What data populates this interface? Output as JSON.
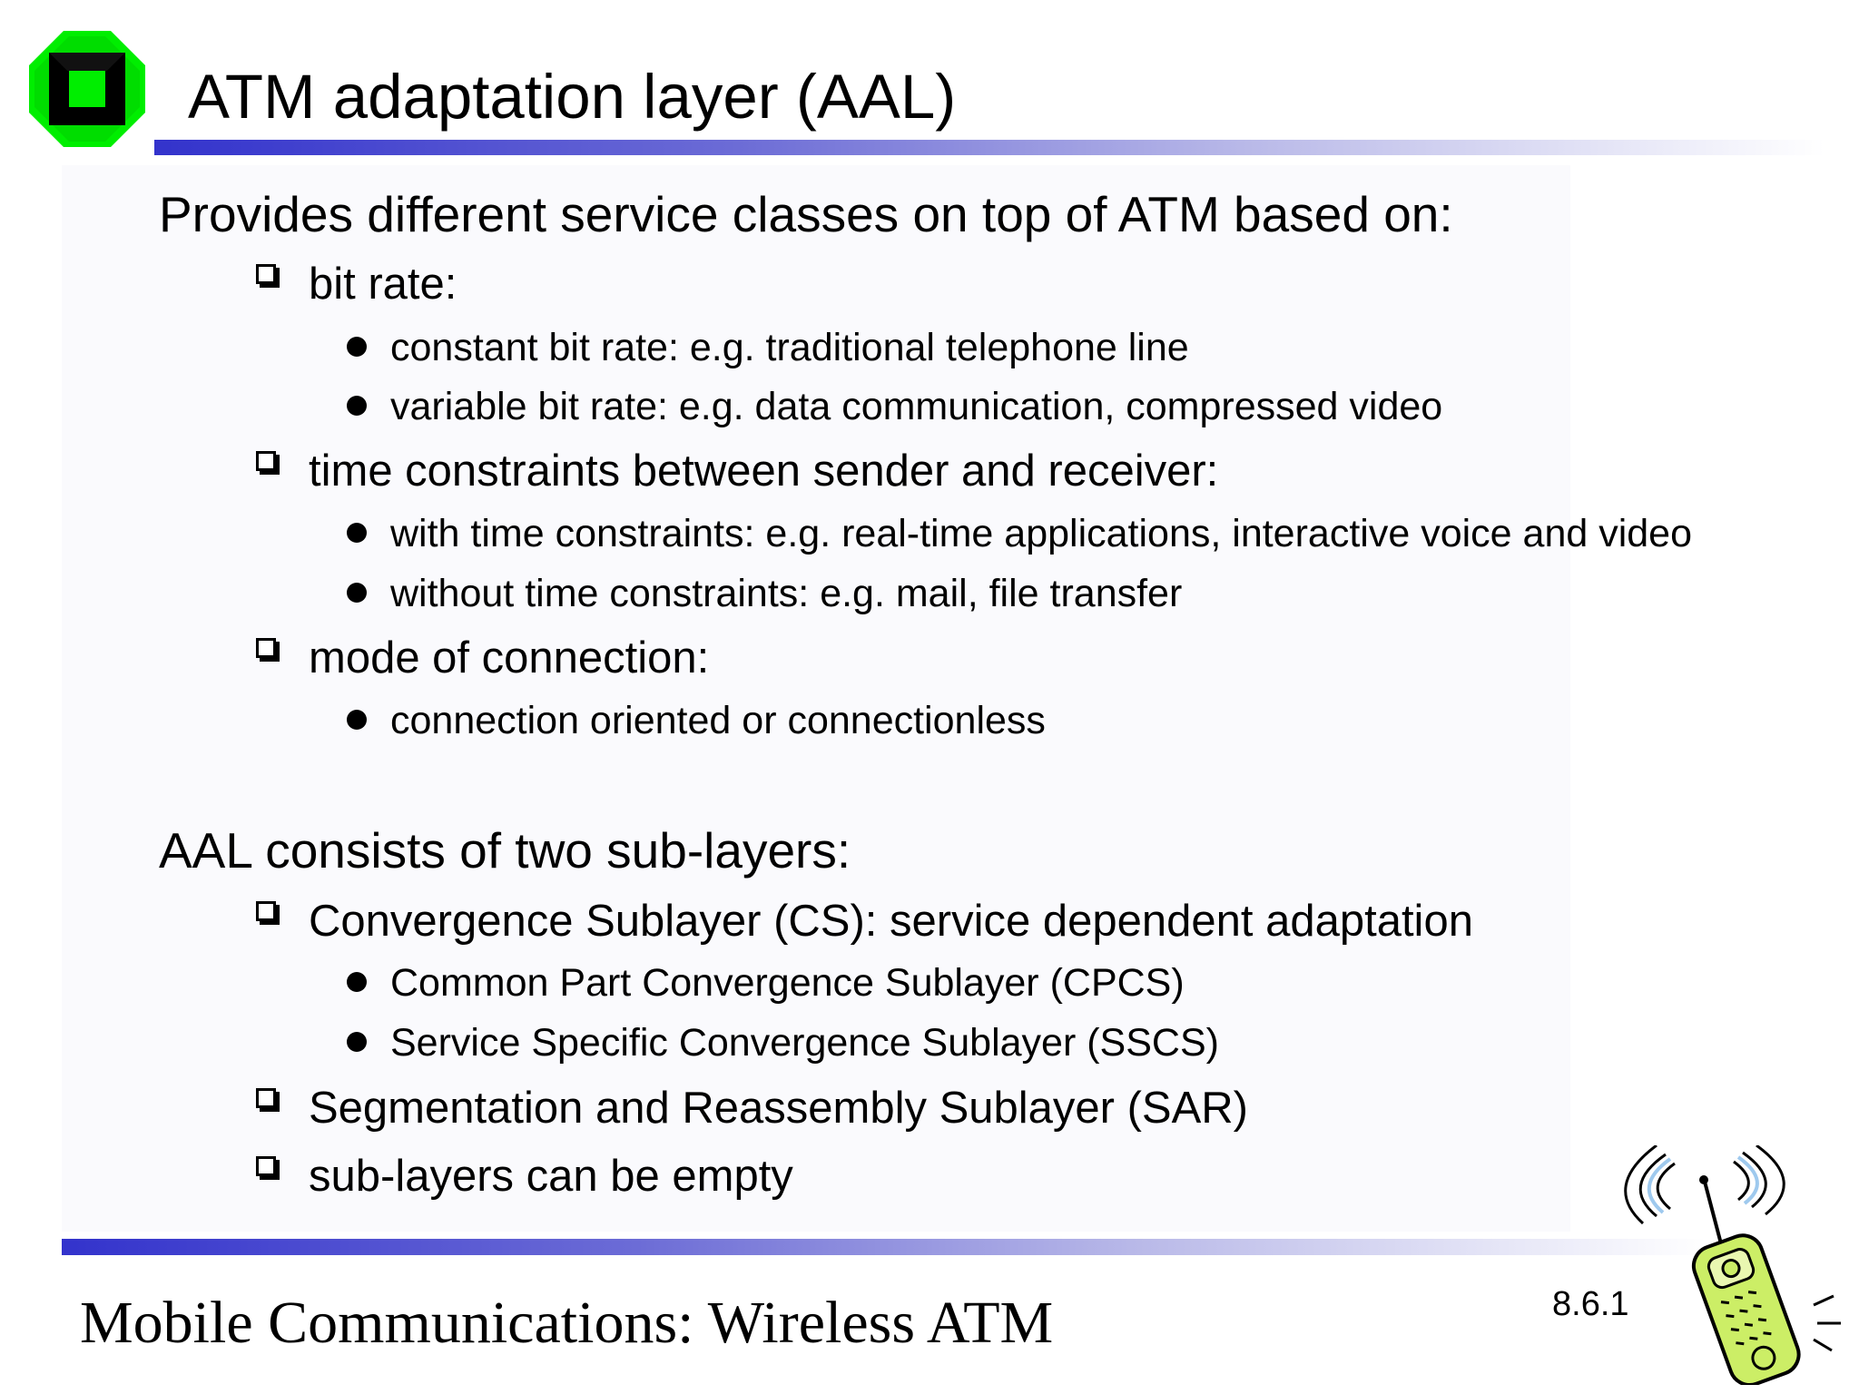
{
  "slide": {
    "title": "ATM adaptation layer (AAL)",
    "sections": [
      {
        "heading": "Provides different service classes on top of ATM based on:",
        "items": [
          {
            "label": "bit rate:",
            "subitems": [
              "constant bit rate: e.g. traditional telephone line",
              "variable bit rate: e.g. data communication, compressed video"
            ]
          },
          {
            "label": "time constraints between sender and receiver:",
            "subitems": [
              "with time constraints: e.g. real-time applications, interactive voice and video",
              "without time constraints: e.g. mail, file transfer"
            ]
          },
          {
            "label": "mode of connection:",
            "subitems": [
              "connection oriented or connectionless"
            ]
          }
        ]
      },
      {
        "heading": "AAL consists of two sub-layers:",
        "items": [
          {
            "label": "Convergence Sublayer (CS): service dependent adaptation",
            "subitems": [
              "Common Part Convergence Sublayer (CPCS)",
              "Service Specific Convergence Sublayer (SSCS)"
            ]
          },
          {
            "label": "Segmentation and Reassembly Sublayer (SAR)",
            "subitems": []
          },
          {
            "label": "sub-layers can be empty",
            "subitems": []
          }
        ]
      }
    ]
  },
  "footer": {
    "course_title": "Mobile Communications: Wireless ATM",
    "slide_number": "8.6.1"
  },
  "icons": {
    "logo": "university-logo-icon",
    "clipart": "cellphone-clipart-icon",
    "level1_bullet": "square-bullet-icon",
    "level2_bullet": "round-bullet-icon"
  },
  "colors": {
    "rule_start": "#3333cc",
    "rule_end": "#ffffff",
    "logo_green": "#00ee00",
    "phone_green": "#ccee66"
  }
}
